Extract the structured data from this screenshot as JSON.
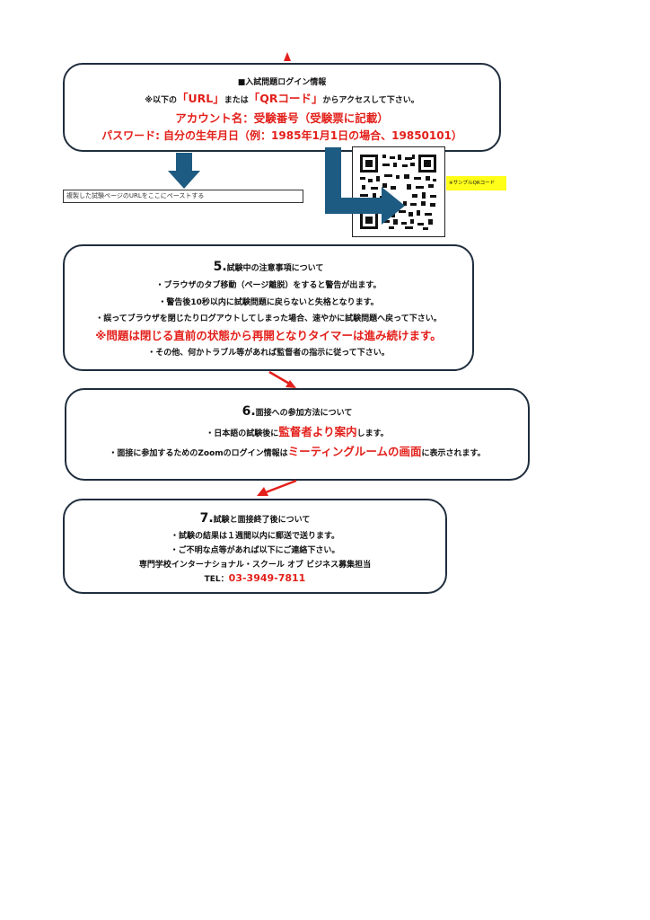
{
  "colors": {
    "accent_red": "#e3201b",
    "arrow_blue": "#1e5b82",
    "border": "#1f2d3d",
    "highlight": "#ffff1a"
  },
  "login": {
    "title": "■入試問題ログイン情報",
    "access_pre": "※以下の",
    "url_label": "「URL」",
    "access_mid": "または",
    "qr_label": "「QRコード」",
    "access_post": "からアクセスして下さい。",
    "account": "アカウント名：受験番号（受験票に記載）",
    "password": "パスワード: 自分の生年月日（例：1985年1月1日の場合、19850101）"
  },
  "paste_box": {
    "text": "複製した試験ページのURLをここにペーストする"
  },
  "qr_note": {
    "text": "※サンプルQRコード"
  },
  "section5": {
    "number": "5.",
    "title": "試験中の注意事項について",
    "line1": "・ブラウザのタブ移動（ページ離脱）をすると警告が出ます。",
    "line2": "・警告後10秒以内に試験問題に戻らないと失格となります。",
    "line3": "・誤ってブラウザを閉じたりログアウトしてしまった場合、速やかに試験問題へ戻って下さい。",
    "warning": "※問題は閉じる直前の状態から再開となりタイマーは進み続けます。",
    "line4": "・その他、何かトラブル等があれば監督者の指示に従って下さい。"
  },
  "section6": {
    "number": "6.",
    "title": "面接への参加方法について",
    "l1_pre": "・日本語の試験後に",
    "l1_red": "監督者より案内",
    "l1_post": "します。",
    "l2_pre": "・面接に参加するためのZoomのログイン情報は",
    "l2_red": "ミーティングルームの画面",
    "l2_post": "に表示されます。"
  },
  "section7": {
    "number": "7.",
    "title": "試験と面接終了後について",
    "line1": "・試験の結果は１週間以内に郵送で送ります。",
    "line2": "・ご不明な点等があれば以下にご連絡下さい。",
    "line3": "専門学校インターナショナル・スクール オブ ビジネス募集担当",
    "tel_label": "TEL：",
    "tel": "03-3949-7811"
  }
}
